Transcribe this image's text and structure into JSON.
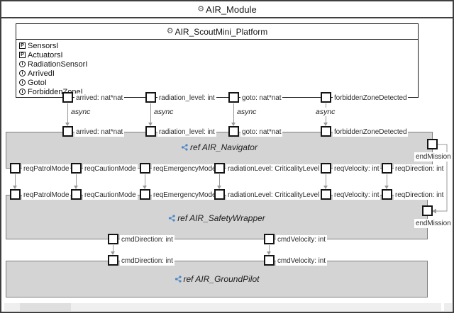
{
  "diagram": {
    "title": "AIR_Module"
  },
  "icons": {
    "gear": "⚙"
  },
  "platform": {
    "title": "AIR_ScoutMini_Platform",
    "interfaces": [
      {
        "kind": "P",
        "label": "SensorsI"
      },
      {
        "kind": "P",
        "label": "ActuatorsI"
      },
      {
        "kind": "i",
        "label": "RadiationSensorI"
      },
      {
        "kind": "i",
        "label": "ArrivedI"
      },
      {
        "kind": "i",
        "label": "GotoI"
      },
      {
        "kind": "i",
        "label": "ForbiddenZoneI"
      }
    ]
  },
  "blocks": {
    "navigator": "ref AIR_Navigator",
    "safety_wrapper": "ref AIR_SafetyWrapper",
    "ground_pilot": "ref AIR_GroundPilot"
  },
  "labels": {
    "async": "async",
    "end_mission": "endMission"
  },
  "ports": {
    "arrived": "arrived: nat*nat",
    "radiation_level": "radiation_level: int",
    "goto": "goto: nat*nat",
    "forbidden_zone": "forbiddenZoneDetected",
    "req_patrol": "reqPatrolMode",
    "req_caution": "reqCautionMode",
    "req_emergency": "reqEmergencyMode",
    "radiation_criticality": "radiationLevel: CriticalityLevel",
    "req_velocity": "reqVelocity: int",
    "req_direction": "reqDirection: int",
    "cmd_direction": "cmdDirection: int",
    "cmd_velocity": "cmdVelocity: int"
  },
  "colors": {
    "block_fill": "#d4d4d4",
    "ref_icon_blue": "#4a86c8"
  }
}
